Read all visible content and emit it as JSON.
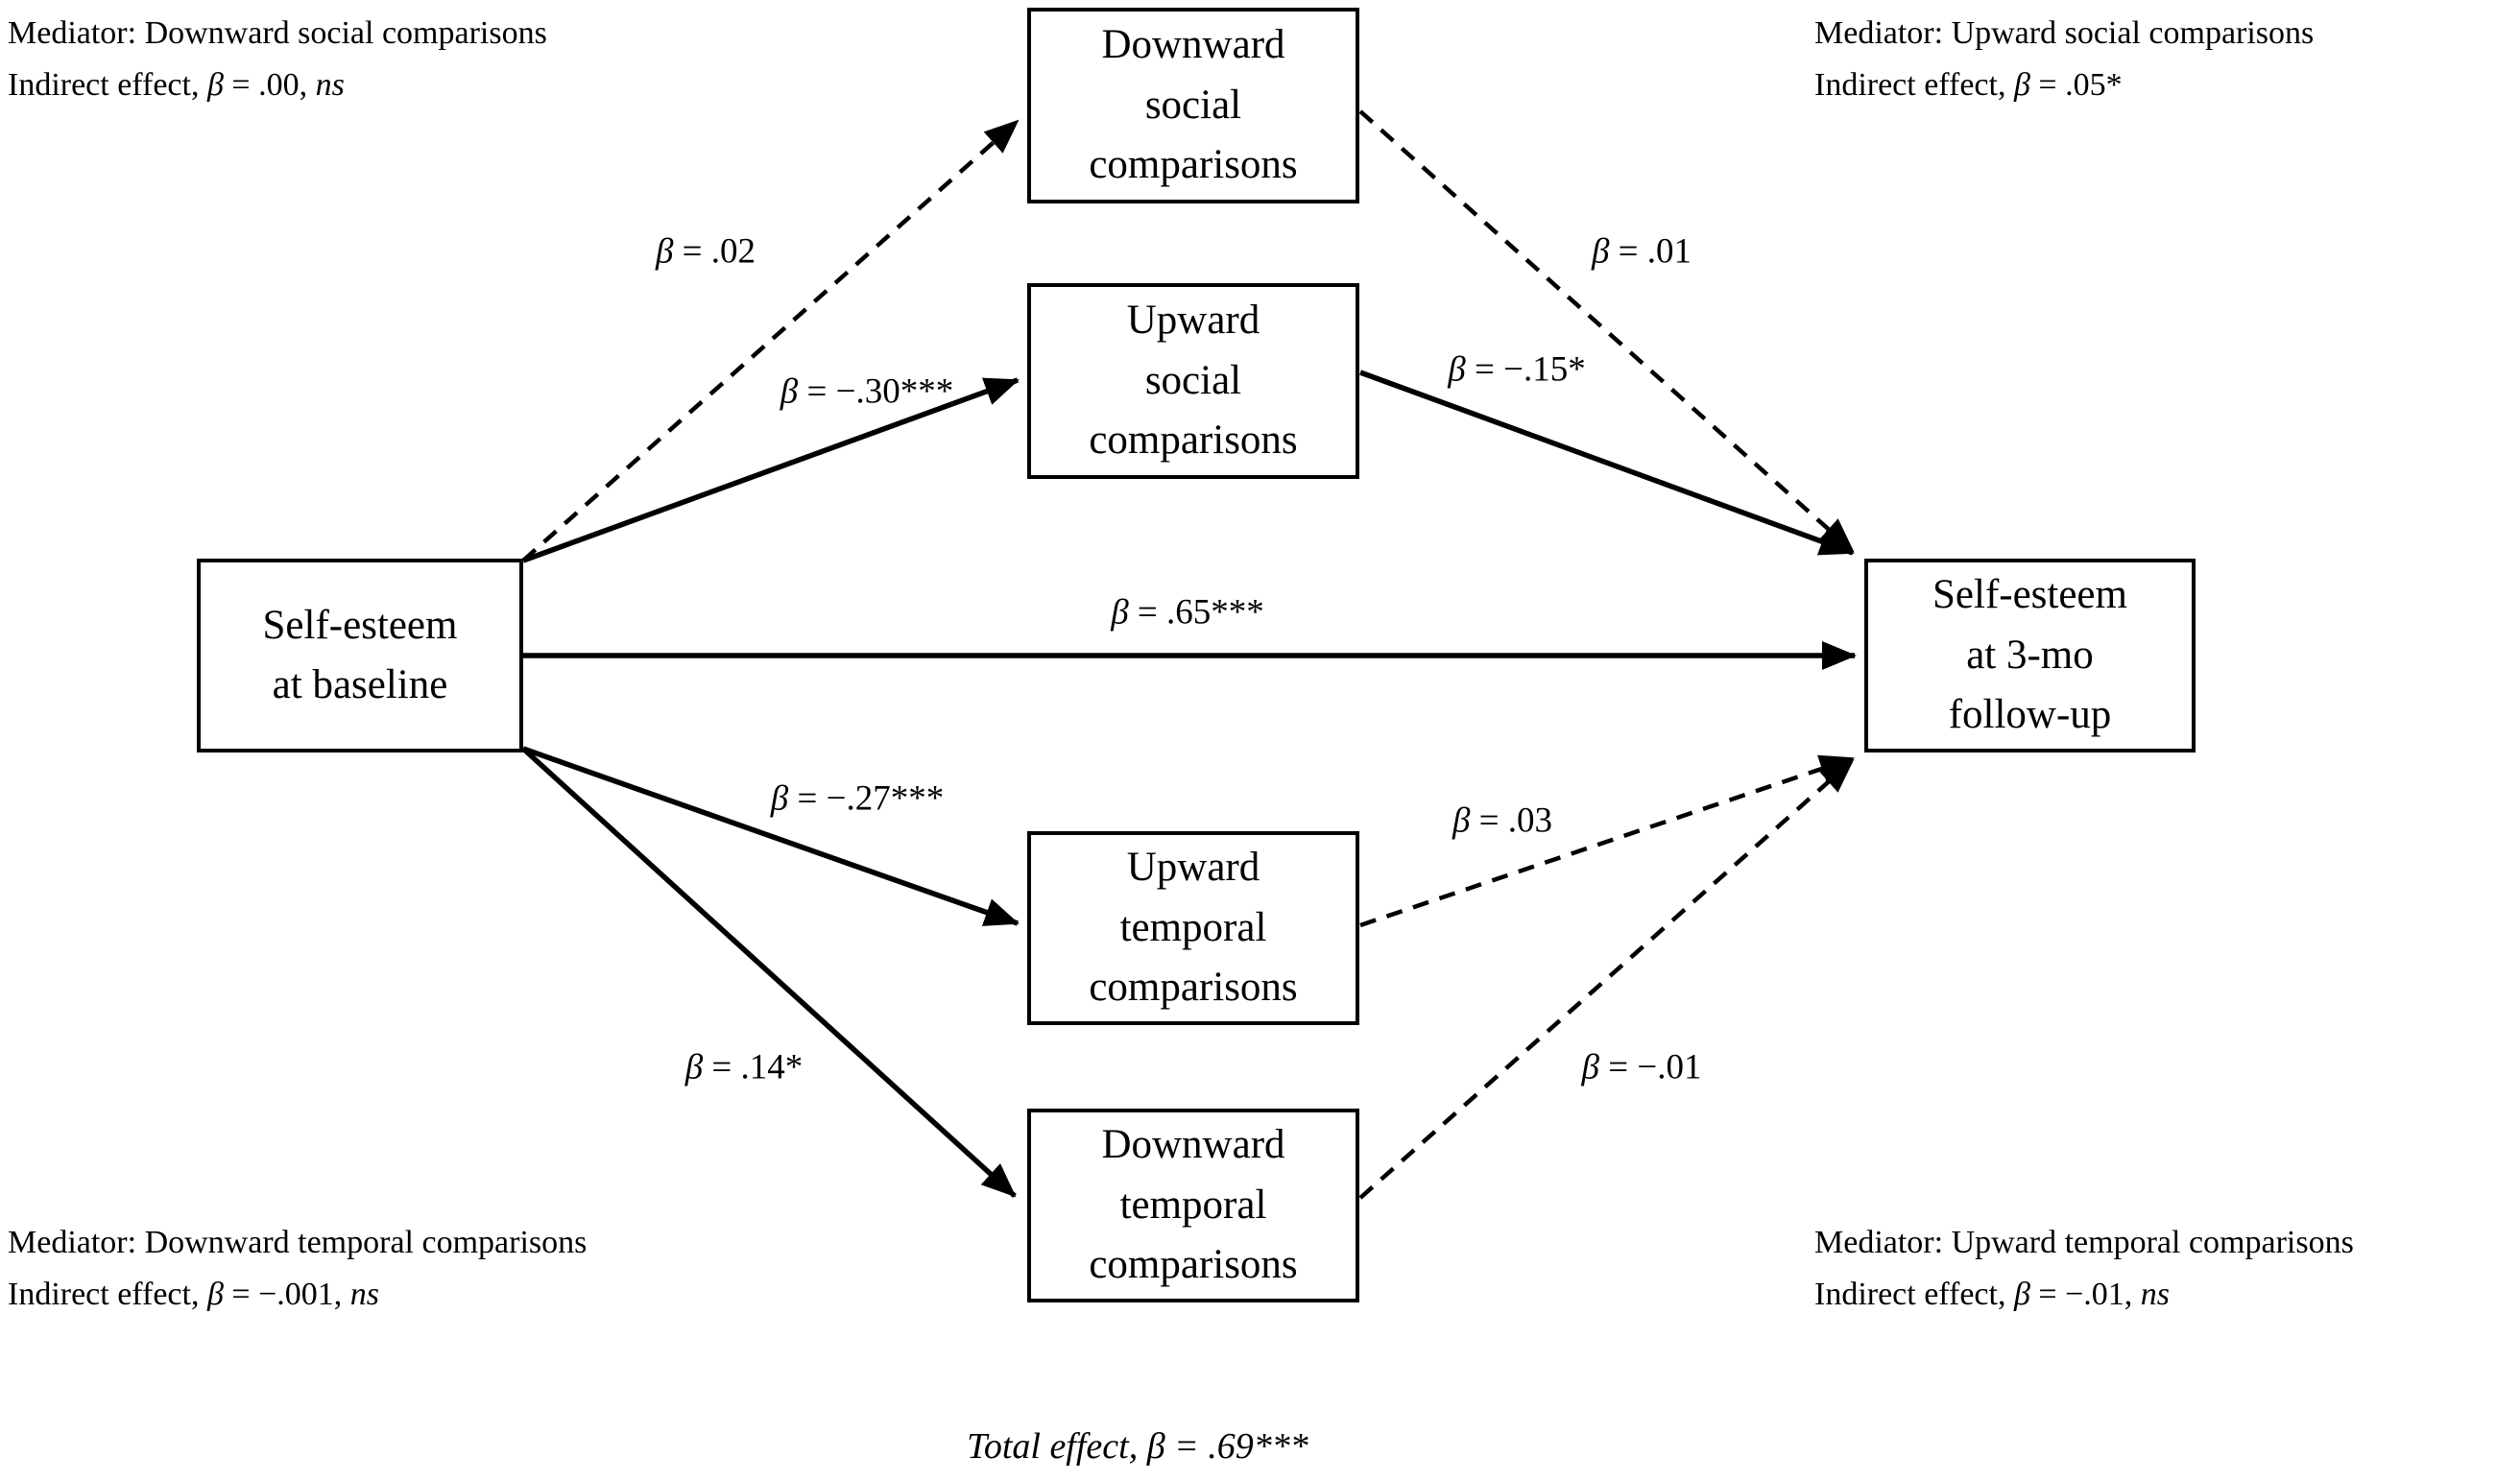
{
  "figure": {
    "type": "mediation-path-diagram",
    "line_color": "#000000",
    "background": "#ffffff"
  },
  "symbols": {
    "beta": "β"
  },
  "nodes": {
    "baseline": "Self-esteem\nat baseline",
    "followup": "Self-esteem\nat 3-mo\nfollow-up",
    "downward_social": "Downward\nsocial\ncomparisons",
    "upward_social": "Upward\nsocial\ncomparisons",
    "upward_temporal": "Upward\ntemporal\ncomparisons",
    "downward_temporal": "Downward\ntemporal\ncomparisons"
  },
  "paths": [
    {
      "from": "Self-esteem at baseline",
      "to": "Downward social comparisons",
      "label": " = .02",
      "style": "dashed"
    },
    {
      "from": "Self-esteem at baseline",
      "to": "Upward social comparisons",
      "label": " = −.30***",
      "style": "solid"
    },
    {
      "from": "Self-esteem at baseline",
      "to": "Self-esteem at 3-mo follow-up",
      "label": " = .65***",
      "style": "solid"
    },
    {
      "from": "Self-esteem at baseline",
      "to": "Upward temporal comparisons",
      "label": " = −.27***",
      "style": "solid"
    },
    {
      "from": "Self-esteem at baseline",
      "to": "Downward temporal comparisons",
      "label": " = .14*",
      "style": "solid"
    },
    {
      "from": "Downward social comparisons",
      "to": "Self-esteem at 3-mo follow-up",
      "label": " = .01",
      "style": "dashed"
    },
    {
      "from": "Upward social comparisons",
      "to": "Self-esteem at 3-mo follow-up",
      "label": " = −.15*",
      "style": "solid"
    },
    {
      "from": "Upward temporal comparisons",
      "to": "Self-esteem at 3-mo follow-up",
      "label": " = .03",
      "style": "dashed"
    },
    {
      "from": "Downward temporal comparisons",
      "to": "Self-esteem at 3-mo follow-up",
      "label": " = −.01",
      "style": "dashed"
    }
  ],
  "annotations": {
    "top_left": {
      "mediator": "Mediator: Downward social comparisons",
      "effect_prefix": "Indirect effect, ",
      "effect_value": " = .00, ",
      "effect_suffix": "ns"
    },
    "top_right": {
      "mediator": "Mediator: Upward social comparisons",
      "effect_prefix": "Indirect effect, ",
      "effect_value": " = .05*",
      "effect_suffix": ""
    },
    "bottom_left": {
      "mediator": "Mediator: Downward temporal comparisons",
      "effect_prefix": "Indirect effect, ",
      "effect_value": " = −.001, ",
      "effect_suffix": "ns"
    },
    "bottom_right": {
      "mediator": "Mediator: Upward temporal comparisons",
      "effect_prefix": "Indirect effect, ",
      "effect_value": " = −.01, ",
      "effect_suffix": "ns"
    }
  },
  "total_effect": {
    "prefix": "Total effect, ",
    "value": " = .69***"
  }
}
